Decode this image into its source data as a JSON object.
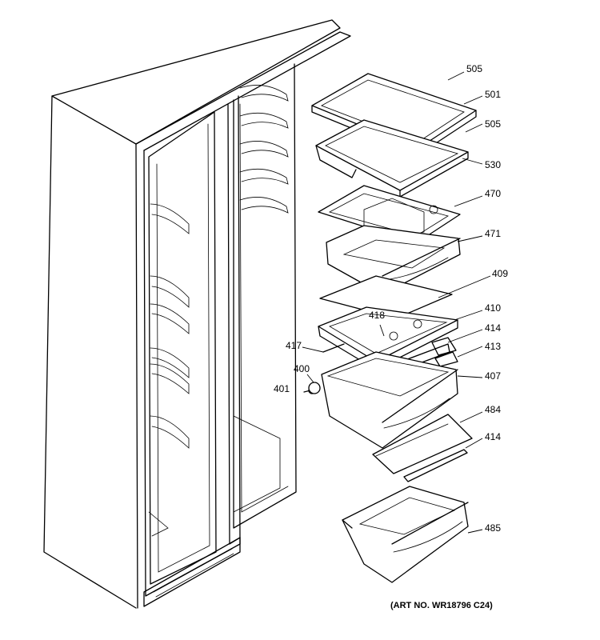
{
  "callouts": {
    "c505a": "505",
    "c501": "501",
    "c505b": "505",
    "c530": "530",
    "c470": "470",
    "c471": "471",
    "c409": "409",
    "c418": "418",
    "c410": "410",
    "c414a": "414",
    "c417": "417",
    "c413": "413",
    "c400": "400",
    "c407": "407",
    "c401": "401",
    "c484": "484",
    "c414b": "414",
    "c485": "485"
  },
  "art_number": "(ART NO. WR18796 C24)"
}
